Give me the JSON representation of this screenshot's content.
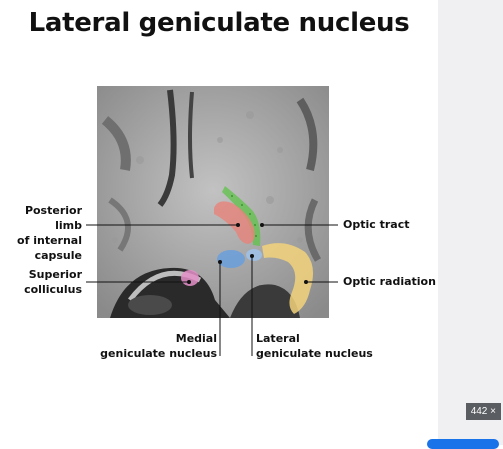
{
  "title": "Lateral geniculate nucleus",
  "labels": {
    "posterior_limb": "Posterior limb\nof internal\ncapsule",
    "superior_colliculus": "Superior\ncolliculus",
    "optic_tract": "Optic tract",
    "optic_radiation": "Optic radiation",
    "medial_geniculate": "Medial\ngeniculate nucleus",
    "lateral_geniculate": "Lateral\ngeniculate nucleus"
  },
  "colors": {
    "posterior_limb": "#e8837a",
    "optic_tract": "#5fc24a",
    "medial_geniculate": "#6a9fdc",
    "lateral_geniculate": "#9fc0e6",
    "superior_colliculus": "#e48fc8",
    "optic_radiation": "#f2d27a"
  },
  "viewer": {
    "dimension_badge": "442 ×"
  }
}
